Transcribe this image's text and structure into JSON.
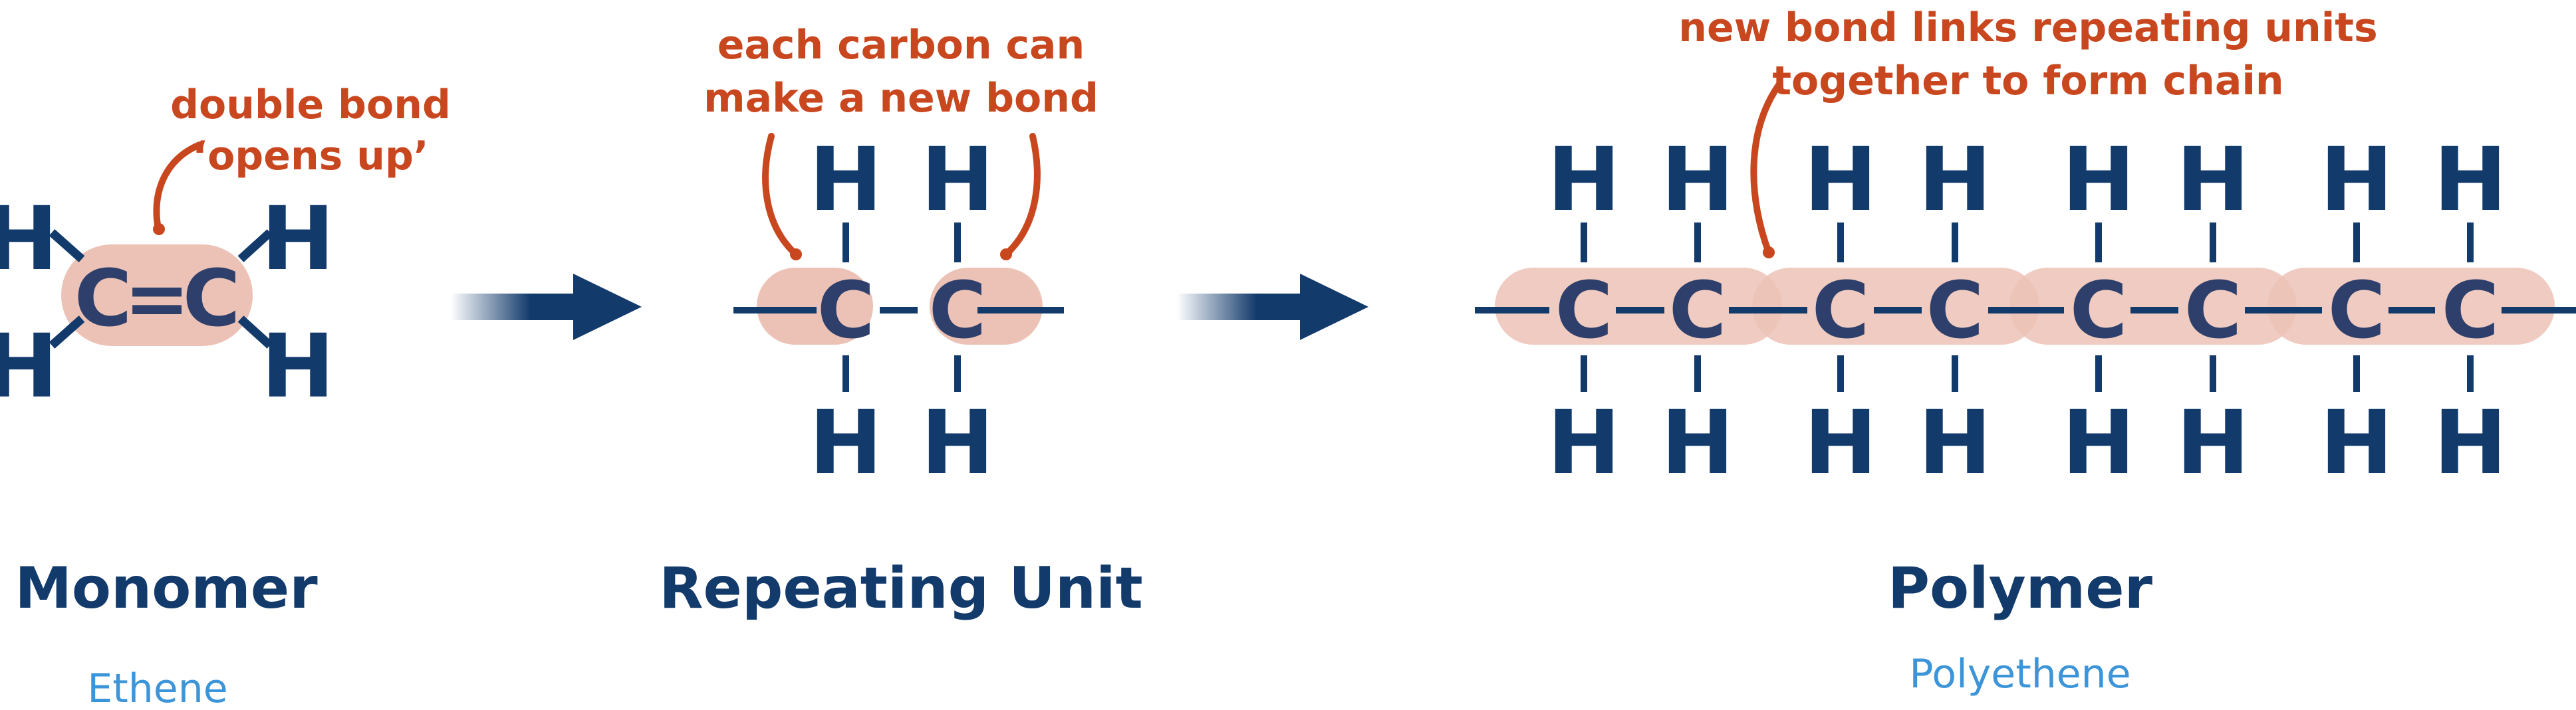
{
  "colors": {
    "navy": "#123a6b",
    "carbon": "#2e3f6b",
    "highlight": "#ecc2b6",
    "annotation": "#c9471f",
    "subtitle": "#3d95d9"
  },
  "atoms": {
    "carbon": "C",
    "hydrogen": "H",
    "double_bond": "="
  },
  "monomer": {
    "title": "Monomer",
    "name": "Ethene",
    "note_line1": "double bond",
    "note_line2": "‘opens up’"
  },
  "repeating_unit": {
    "title": "Repeating Unit",
    "note_line1": "each carbon can",
    "note_line2": "make a new bond"
  },
  "polymer": {
    "title": "Polymer",
    "name": "Polyethene",
    "note_line1": "new bond links repeating units",
    "note_line2": "together to form chain"
  }
}
